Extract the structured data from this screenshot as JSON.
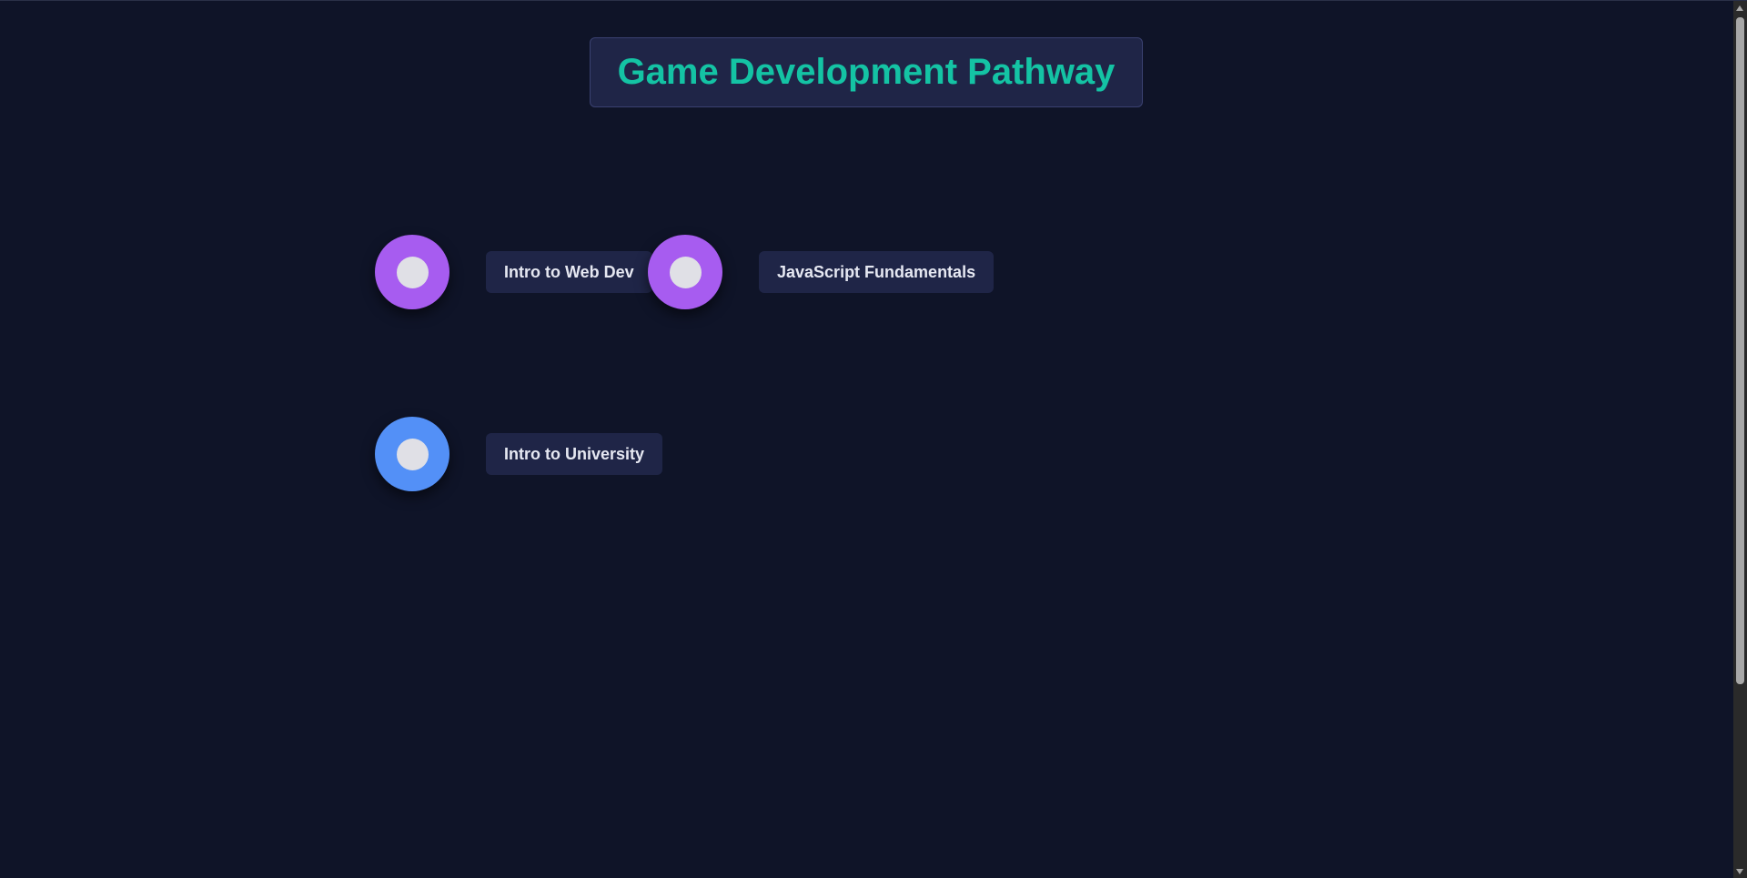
{
  "header": {
    "title": "Game Development Pathway",
    "title_color": "#14c3a4"
  },
  "courses": [
    {
      "label": "Intro to Web Dev",
      "node_color": "#a75cf0",
      "icon": "course-node-icon"
    },
    {
      "label": "JavaScript Fundamentals",
      "node_color": "#a75cf0",
      "icon": "course-node-icon"
    },
    {
      "label": "Intro to University",
      "node_color": "#5390f7",
      "icon": "course-node-icon"
    }
  ],
  "colors": {
    "background": "#0f1428",
    "panel": "#1f2547",
    "node_core": "#e0e0e6"
  }
}
